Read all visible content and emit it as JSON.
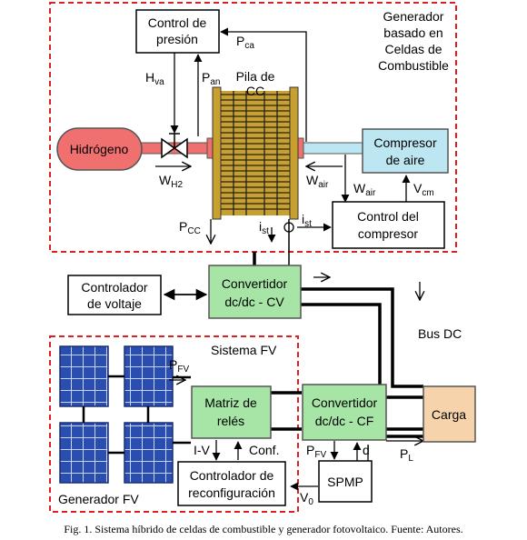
{
  "blocks": {
    "generator_region": [
      "Generador",
      "basado en",
      "Celdas de",
      "Combustible"
    ],
    "pressure_control": [
      "Control de",
      "presión"
    ],
    "hydrogen": "Hidrógeno",
    "fc_stack": [
      "Pila de",
      "CC"
    ],
    "compressor": [
      "Compresor",
      "de aire"
    ],
    "compressor_control": [
      "Control del",
      "compresor"
    ],
    "voltage_controller": [
      "Controlador",
      "de voltaje"
    ],
    "converter_cv": [
      "Convertidor",
      "dc/dc - CV"
    ],
    "pv_system": "Sistema FV",
    "pv_generator": "Generador FV",
    "relay_matrix": [
      "Matriz de",
      "relés"
    ],
    "converter_cf": [
      "Convertidor",
      "dc/dc - CF"
    ],
    "load": "Carga",
    "reconfig_controller": [
      "Controlador de",
      "reconfiguración"
    ],
    "mppt": "SPMP"
  },
  "signals": {
    "h_va": {
      "main": "H",
      "sub": "va"
    },
    "p_an": {
      "main": "P",
      "sub": "an"
    },
    "p_ca": {
      "main": "P",
      "sub": "ca"
    },
    "w_h2": {
      "main": "W",
      "sub": "H2"
    },
    "w_air_in": {
      "main": "W",
      "sub": "air"
    },
    "w_air_out": {
      "main": "W",
      "sub": "air"
    },
    "v_cm": {
      "main": "V",
      "sub": "cm"
    },
    "p_cc": {
      "main": "P",
      "sub": "CC"
    },
    "i_st_a": {
      "main": "i",
      "sub": "st"
    },
    "i_st_b": {
      "main": "i",
      "sub": "st"
    },
    "p_fv": {
      "main": "P",
      "sub": "FV"
    },
    "i_v": "I-V",
    "conf": "Conf.",
    "p_fv2": {
      "main": "P",
      "sub": "FV"
    },
    "d": "d",
    "p_l": {
      "main": "P",
      "sub": "L"
    },
    "v_0": {
      "main": "V",
      "sub": "0"
    },
    "bus_dc": "Bus DC"
  },
  "caption": "Fig. 1.  Sistema híbrido de celdas de combustible y generador fotovoltaico. Fuente: Autores.",
  "colors": {
    "region_border": "#e02020",
    "hydrogen": "#f07070",
    "stack": "#c8a030",
    "compressor": "#bde6f3",
    "converter": "#a6e5a6",
    "load": "#f6d3aa",
    "pv_panel": "#2a4db0"
  }
}
